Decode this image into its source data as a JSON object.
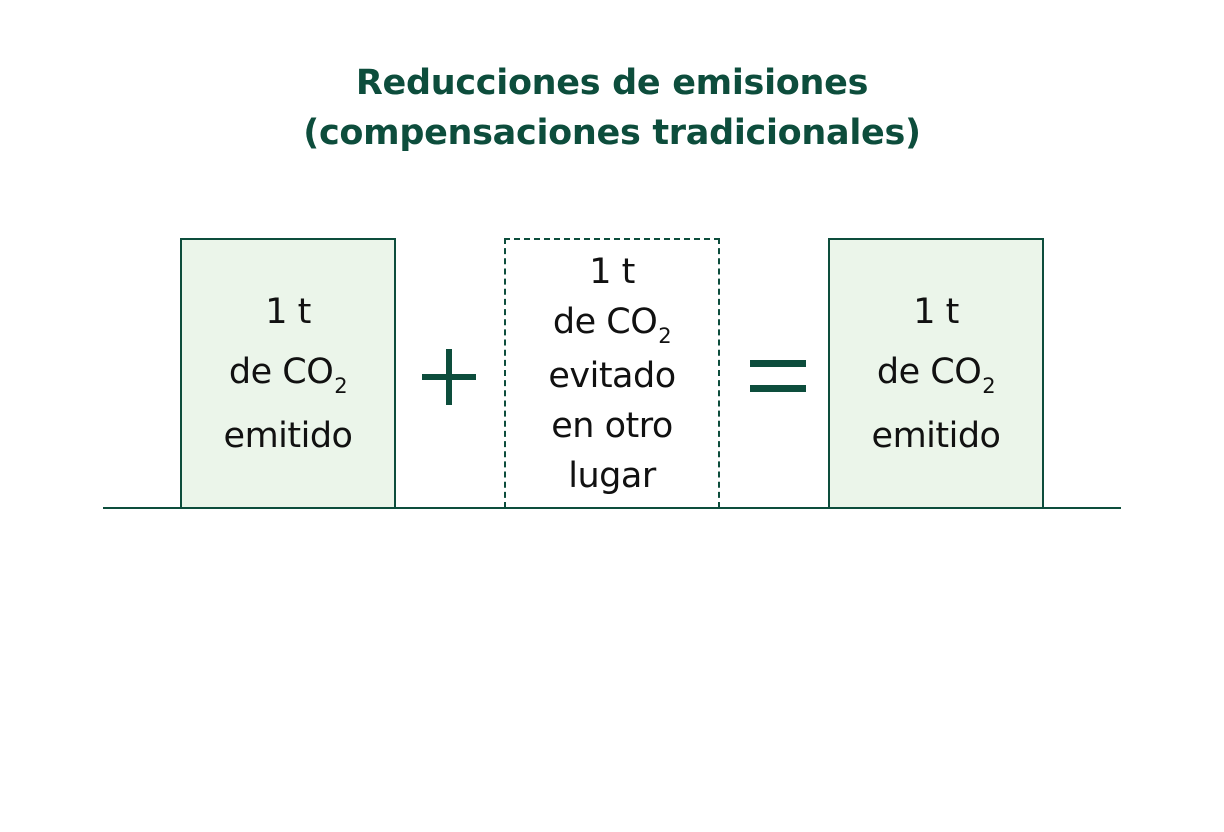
{
  "colors": {
    "primary": "#0d4d3c",
    "box_fill": "#ebf5ea",
    "background": "#ffffff"
  },
  "title": {
    "line1": "Reducciones de emisiones",
    "line2": "(compensaciones tradicionales)"
  },
  "left_box": {
    "amount": "1 t",
    "unit_prefix": "de CO",
    "subscript": "2",
    "label": "emitido"
  },
  "plus_operator": "plus-icon",
  "middle_box": {
    "amount": "1 t",
    "unit_prefix": "de CO",
    "subscript": "2",
    "label_line1": "evitado",
    "label_line2": "en otro",
    "label_line3": "lugar"
  },
  "equals_operator": "equals-icon",
  "right_box": {
    "amount": "1 t",
    "unit_prefix": "de CO",
    "subscript": "2",
    "label": "emitido"
  }
}
